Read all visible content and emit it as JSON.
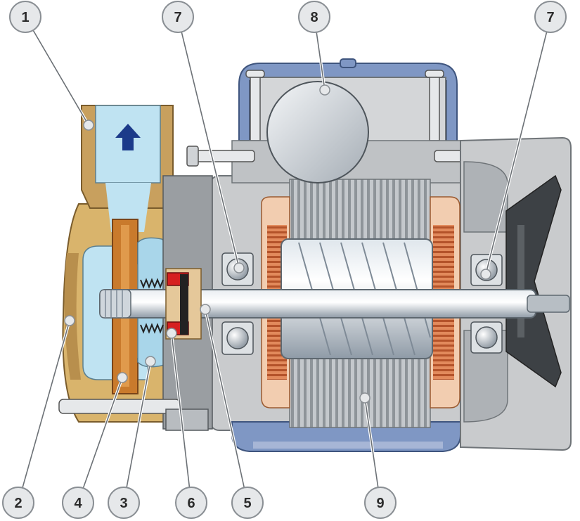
{
  "diagram": {
    "colors": {
      "casing_brass": "#D9B46C",
      "casing_brass_dark": "#A8844A",
      "water_blue": "#BFE3F2",
      "motor_grey": "#C9CBCD",
      "motor_dark_grey": "#8E9294",
      "frame_blue": "#7F97C4",
      "winding_copper": "#C9673A",
      "winding_fill": "#F2CDB0",
      "seal_red": "#D62020",
      "arrow_blue": "#1B3A8A",
      "callout_fill": "#E6E8EA",
      "callout_stroke": "#8A8F94"
    },
    "callouts": [
      {
        "id": "c1",
        "label": "1"
      },
      {
        "id": "c2",
        "label": "2"
      },
      {
        "id": "c3",
        "label": "3"
      },
      {
        "id": "c4",
        "label": "4"
      },
      {
        "id": "c5",
        "label": "5"
      },
      {
        "id": "c6",
        "label": "6"
      },
      {
        "id": "c7a",
        "label": "7"
      },
      {
        "id": "c7b",
        "label": "7"
      },
      {
        "id": "c8",
        "label": "8"
      },
      {
        "id": "c9",
        "label": "9"
      }
    ]
  }
}
